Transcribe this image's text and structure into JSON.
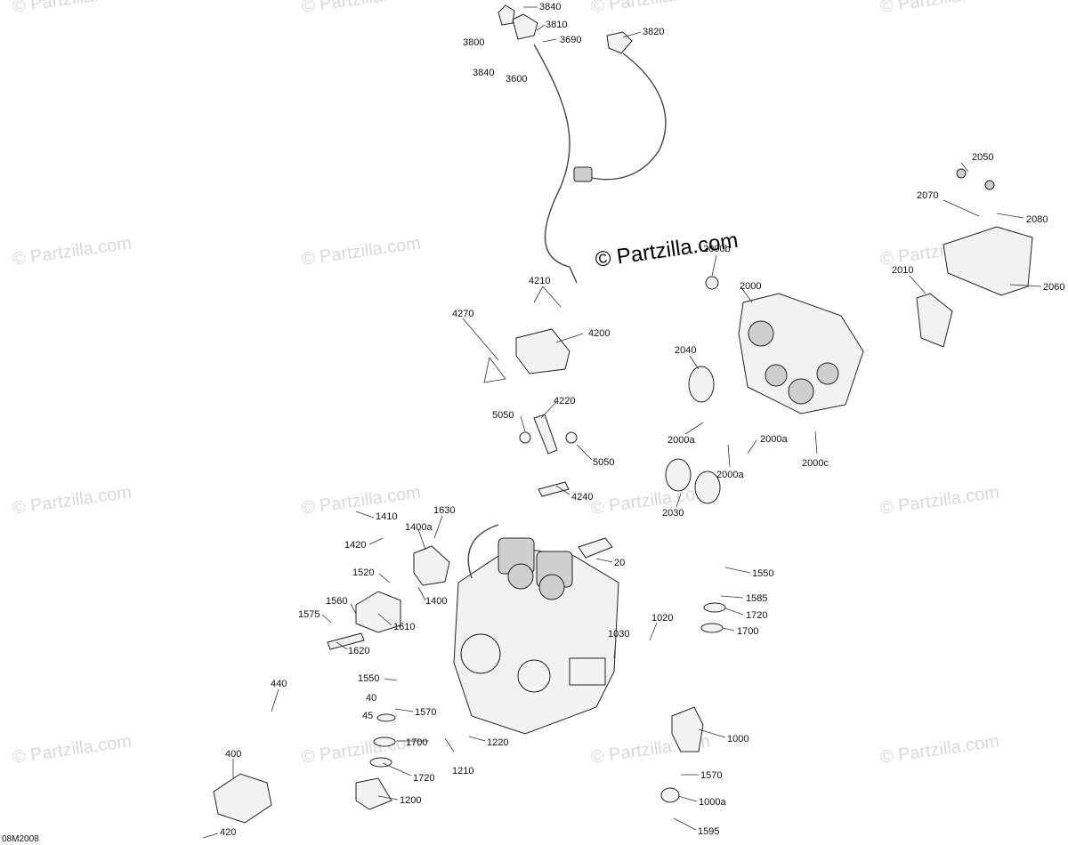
{
  "copyright_text": "© Partzilla.com",
  "watermark_text": "© Partzilla.com",
  "diagram_code": "08M2008",
  "callouts": [
    "3840",
    "3810",
    "3690",
    "3820",
    "3800",
    "3840",
    "3600",
    "2050",
    "2070",
    "2080",
    "2010",
    "2060",
    "2000b",
    "2000",
    "4210",
    "4270",
    "4200",
    "2040",
    "5050",
    "4220",
    "5050",
    "2000a",
    "2000a",
    "2000a",
    "2000c",
    "4240",
    "2030",
    "1630",
    "1410",
    "1400a",
    "1420",
    "20",
    "1520",
    "1400",
    "1550",
    "1585",
    "1560",
    "1575",
    "1610",
    "1720",
    "1020",
    "1700",
    "1620",
    "1030",
    "440",
    "1550",
    "40",
    "1570",
    "45",
    "1700",
    "1220",
    "1000",
    "1720",
    "1210",
    "400",
    "1570",
    "1200",
    "1000a",
    "420",
    "1595"
  ]
}
